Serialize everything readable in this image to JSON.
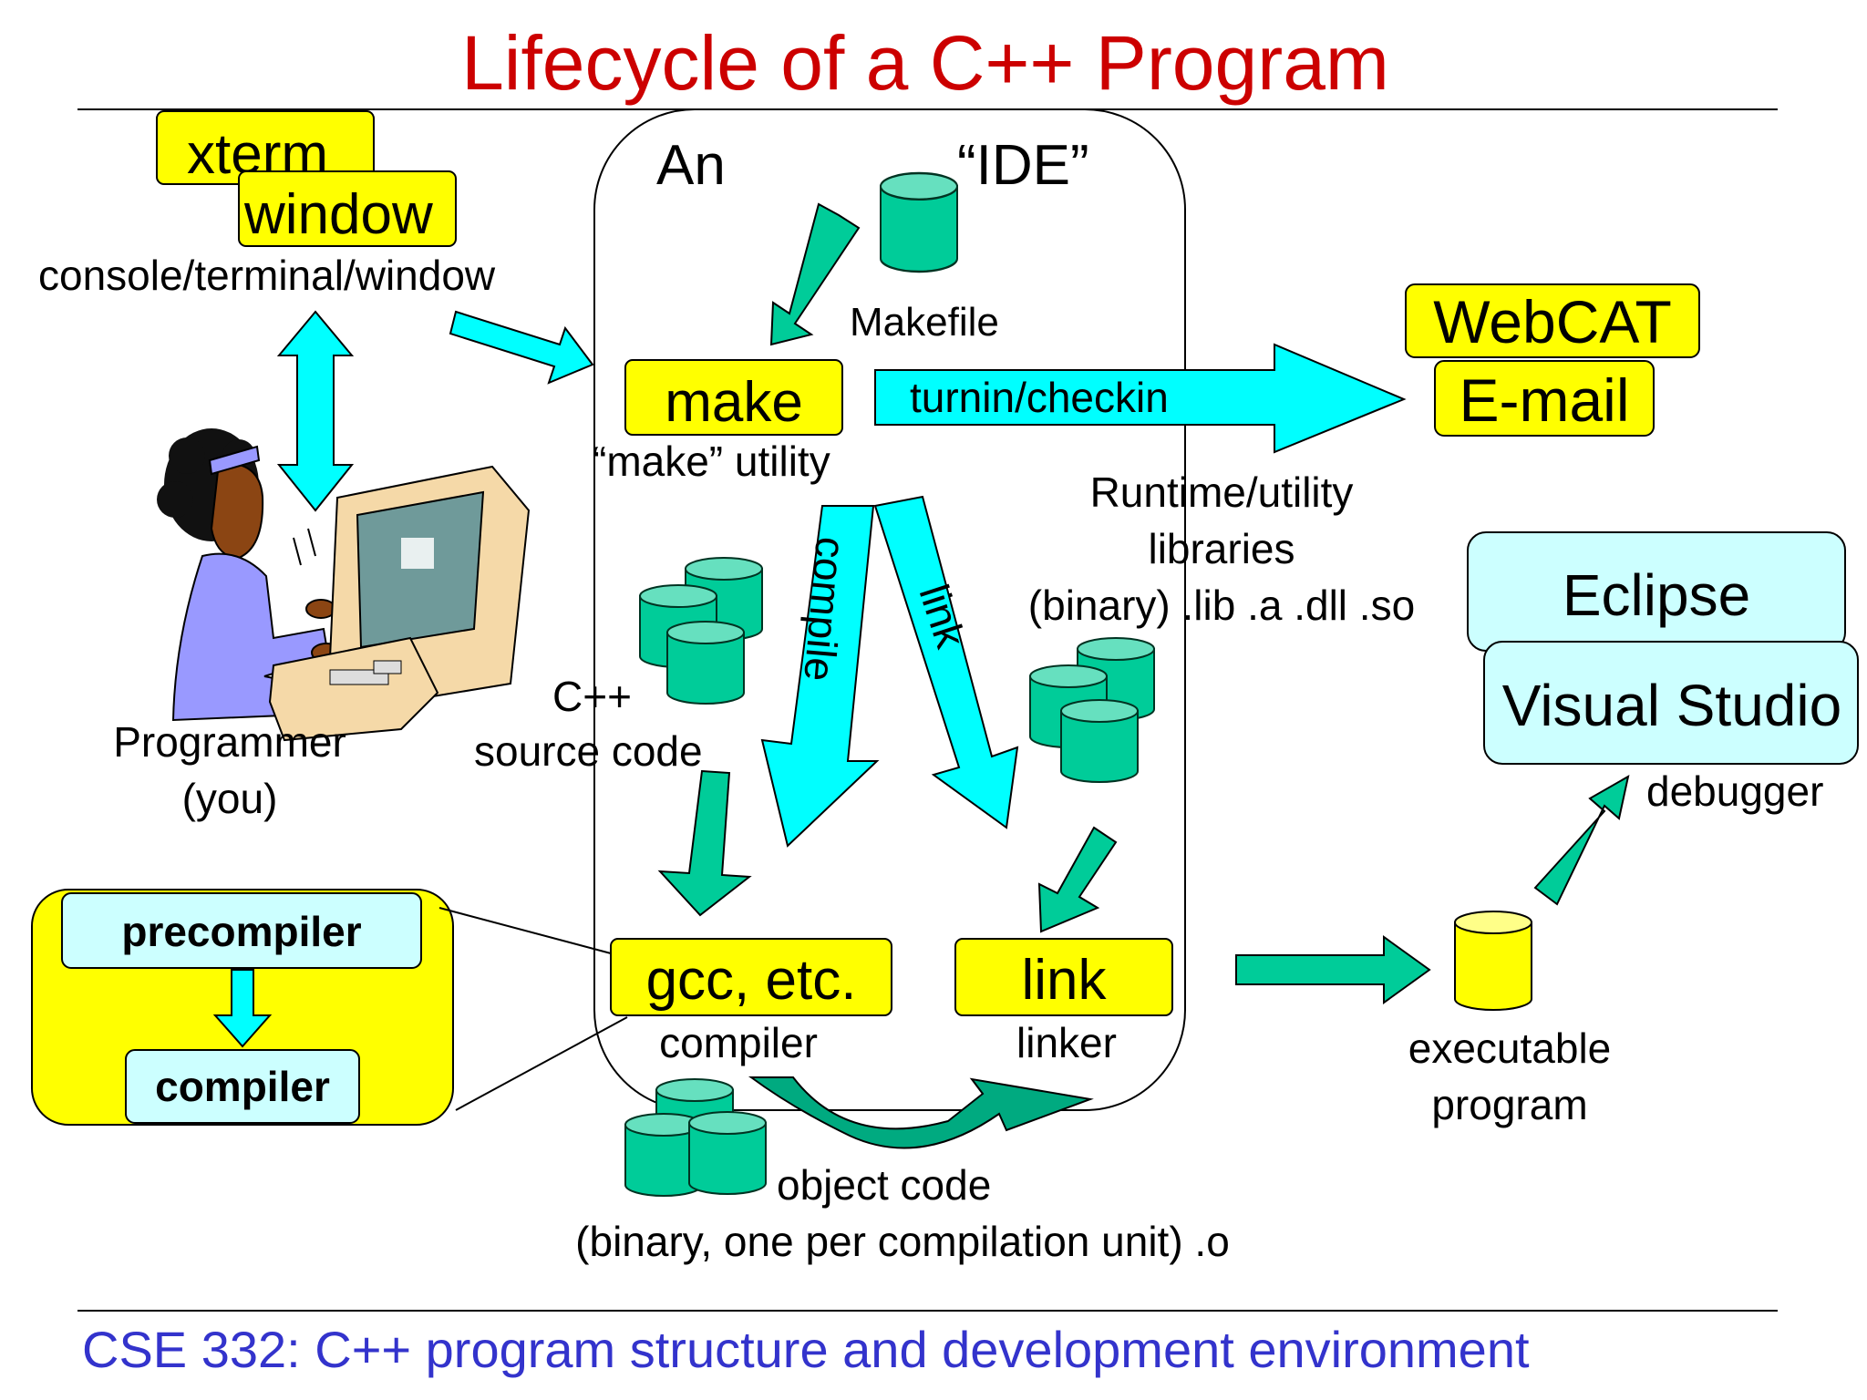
{
  "slide": {
    "title": "Lifecycle of a C++ Program",
    "footer": "CSE 332: C++ program structure and development environment"
  },
  "ide": {
    "label_an": "An",
    "label_ide": "“IDE”"
  },
  "terminal": {
    "label_xterm": "xterm",
    "label_window": "window",
    "caption": "console/terminal/window"
  },
  "programmer": {
    "caption_line1": "Programmer",
    "caption_line2": "(you)"
  },
  "makefile": {
    "caption": "Makefile"
  },
  "make": {
    "label": "make",
    "caption": "“make” utility"
  },
  "turnin": {
    "label": "turnin/checkin"
  },
  "submit": {
    "label_webcat": "WebCAT",
    "label_email": "E-mail"
  },
  "runtime": {
    "line1": "Runtime/utility",
    "line2": "libraries",
    "line3": "(binary) .lib .a .dll .so"
  },
  "arrows": {
    "compile_label": "compile",
    "link_label": "link"
  },
  "source": {
    "line1": "C++",
    "line2": "source code"
  },
  "ides": {
    "eclipse": "Eclipse",
    "visual_studio": "Visual Studio",
    "debugger_caption": "debugger"
  },
  "compiler_stack": {
    "precompiler": "precompiler",
    "compiler": "compiler"
  },
  "gcc": {
    "label": "gcc, etc.",
    "caption": "compiler"
  },
  "linker": {
    "label": "link",
    "caption": "linker"
  },
  "executable": {
    "line1": "executable",
    "line2": "program"
  },
  "object_code": {
    "line1": "object code",
    "line2": "(binary, one per compilation unit) .o"
  },
  "colors": {
    "title": "#cc0000",
    "footer": "#3333cc",
    "yellow": "#ffff00",
    "cyan": "#00ffff",
    "green": "#00cc99",
    "light_cyan": "#ccffff",
    "purple": "#9999ff"
  }
}
